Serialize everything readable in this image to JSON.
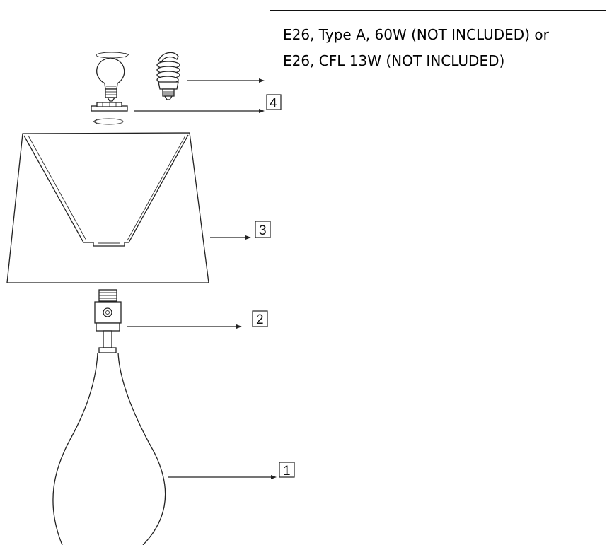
{
  "bulb_spec": {
    "line1": "E26, Type A, 60W (NOT INCLUDED) or",
    "line2": "E26, CFL 13W (NOT INCLUDED)"
  },
  "callouts": {
    "c4": "4",
    "c3": "3",
    "c2": "2",
    "c1": "1"
  },
  "icons": [
    "incandescent-bulb-icon",
    "cfl-bulb-icon",
    "rotate-arrow-icon"
  ]
}
